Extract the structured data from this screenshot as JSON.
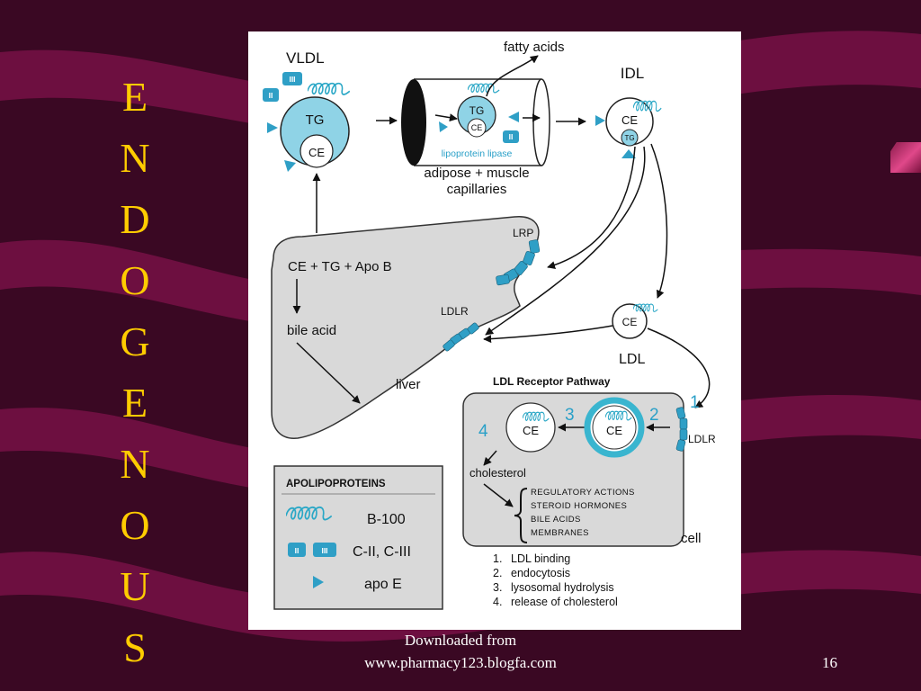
{
  "slide": {
    "title_letters": [
      "E",
      "N",
      "D",
      "O",
      "G",
      "E",
      "N",
      "O",
      "U",
      "S"
    ],
    "footer_line1": "Downloaded from",
    "footer_line2": "www.pharmacy123.blogfa.com",
    "page_number": "16"
  },
  "diagram": {
    "badges": {
      "ii": "II",
      "iii": "III"
    },
    "vldl": {
      "label": "VLDL",
      "tg": "TG",
      "ce": "CE"
    },
    "capillary": {
      "fatty_acids": "fatty acids",
      "tg": "TG",
      "ce": "CE",
      "lipase": "lipoprotein lipase",
      "line1": "adipose + muscle",
      "line2": "capillaries"
    },
    "idl": {
      "label": "IDL",
      "ce": "CE",
      "tg": "TG"
    },
    "liver": {
      "content": "CE + TG + Apo B",
      "bile_acid": "bile acid",
      "label": "liver",
      "lrp": "LRP",
      "ldlr": "LDLR"
    },
    "ldl": {
      "label": "LDL",
      "ce": "CE"
    },
    "pathway": {
      "title": "LDL Receptor Pathway",
      "step_markers": [
        "1",
        "2",
        "3",
        "4"
      ],
      "ce": "CE",
      "ldlr": "LDLR",
      "cholesterol": "cholesterol",
      "effects": [
        "REGULATORY ACTIONS",
        "STEROID HORMONES",
        "BILE ACIDS",
        "MEMBRANES"
      ],
      "cell": "cell",
      "steps": [
        {
          "num": "1.",
          "text": "LDL binding"
        },
        {
          "num": "2.",
          "text": "endocytosis"
        },
        {
          "num": "3.",
          "text": "lysosomal hydrolysis"
        },
        {
          "num": "4.",
          "text": "release of cholesterol"
        }
      ]
    },
    "legend": {
      "title": "APOLIPOPROTEINS",
      "items": [
        {
          "label": "B-100",
          "icon": "coil-icon"
        },
        {
          "label": "C-II, C-III",
          "icon": "badge-icon"
        },
        {
          "label": "apo E",
          "icon": "triangle-icon"
        }
      ]
    }
  },
  "colors": {
    "background": "#3a0823",
    "band": "#6d0f40",
    "title": "#ffcc00",
    "apo_blue": "#2f9fc6",
    "lipoprotein_fill": "#8fd3e6",
    "panel_gray": "#d9d9d9",
    "label_cyan": "#2aa0c8"
  }
}
